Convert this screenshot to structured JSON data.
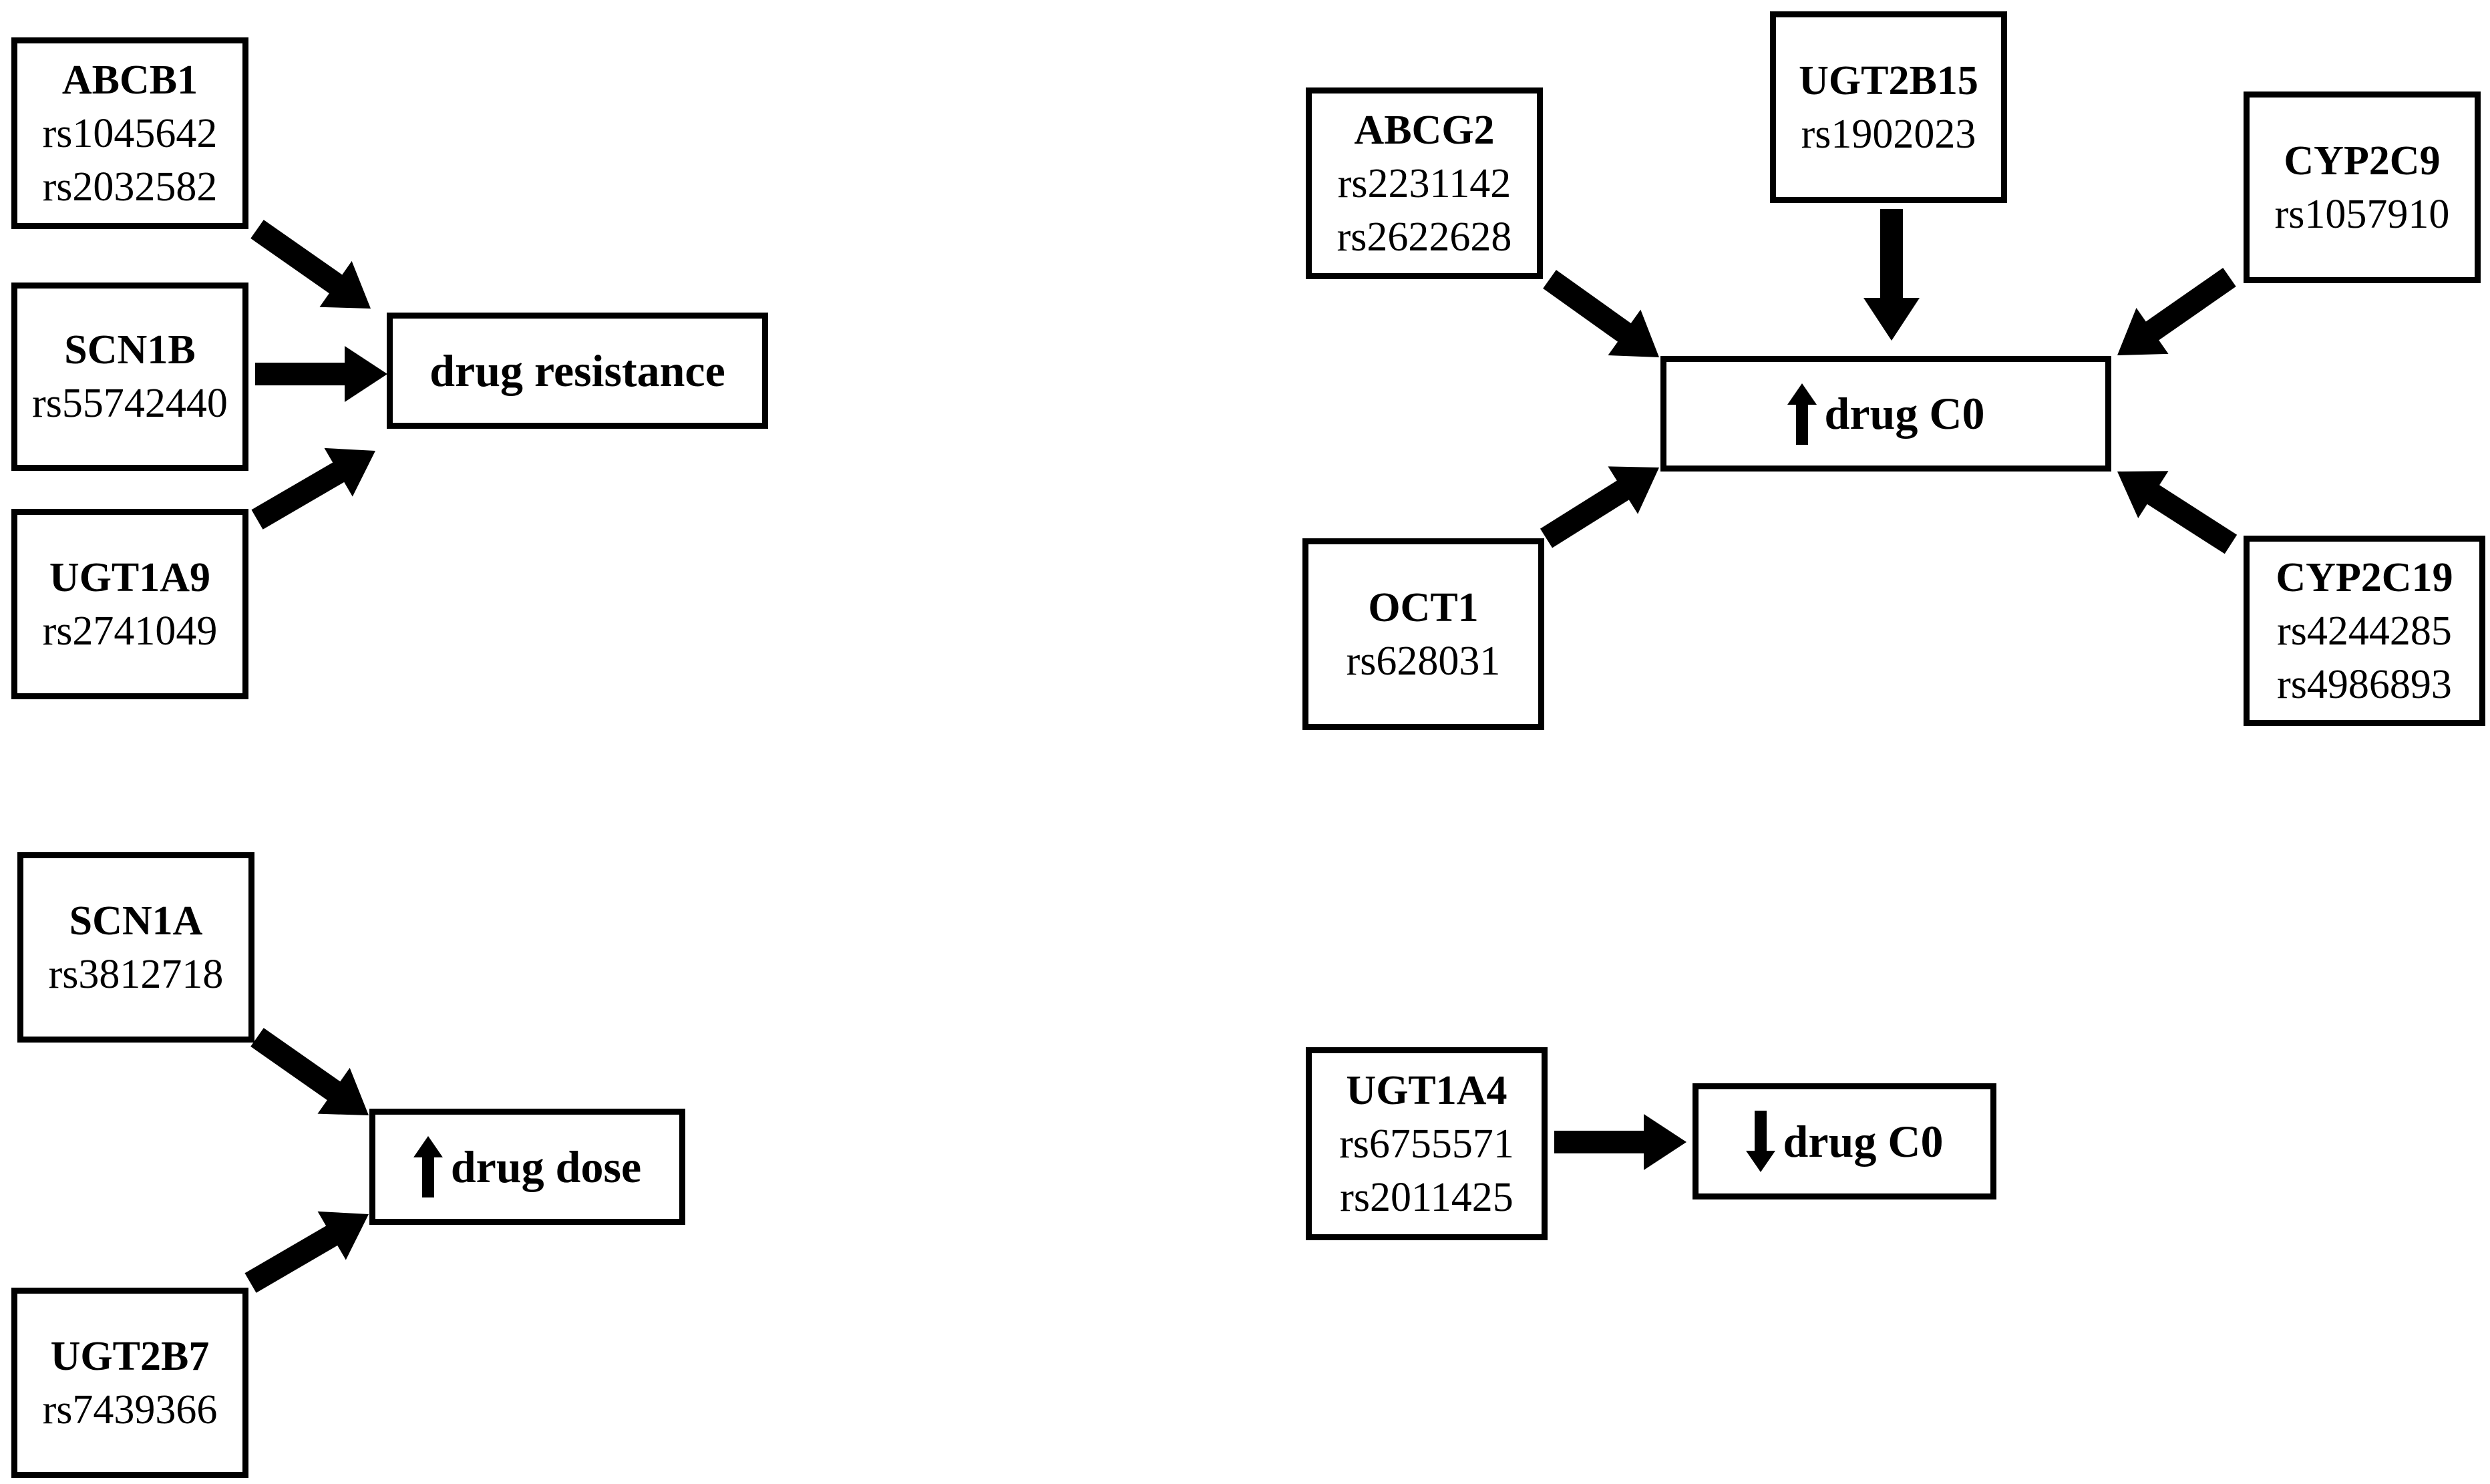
{
  "colors": {
    "stroke": "#000000",
    "background": "#ffffff"
  },
  "sources": [
    {
      "gene": "ABCB1",
      "snps": [
        "rs1045642",
        "rs2032582"
      ]
    },
    {
      "gene": "SCN1B",
      "snps": [
        "rs55742440"
      ]
    },
    {
      "gene": "UGT1A9",
      "snps": [
        "rs2741049"
      ]
    },
    {
      "gene": "SCN1A",
      "snps": [
        "rs3812718"
      ]
    },
    {
      "gene": "UGT2B7",
      "snps": [
        "rs7439366"
      ]
    },
    {
      "gene": "ABCG2",
      "snps": [
        "rs2231142",
        "rs2622628"
      ]
    },
    {
      "gene": "UGT2B15",
      "snps": [
        "rs1902023"
      ]
    },
    {
      "gene": "CYP2C9",
      "snps": [
        "rs1057910"
      ]
    },
    {
      "gene": "OCT1",
      "snps": [
        "rs628031"
      ]
    },
    {
      "gene": "CYP2C19",
      "snps": [
        "rs4244285",
        "rs4986893"
      ]
    },
    {
      "gene": "UGT1A4",
      "snps": [
        "rs6755571",
        "rs2011425"
      ]
    }
  ],
  "outcomes": [
    {
      "label": "drug resistance",
      "direction": "none",
      "direction_icon": ""
    },
    {
      "label": "drug dose",
      "direction": "up",
      "direction_icon": "up-arrow-icon"
    },
    {
      "label": "drug C0",
      "direction": "up",
      "direction_icon": "up-arrow-icon"
    },
    {
      "label": "drug C0",
      "direction": "down",
      "direction_icon": "down-arrow-icon"
    }
  ]
}
